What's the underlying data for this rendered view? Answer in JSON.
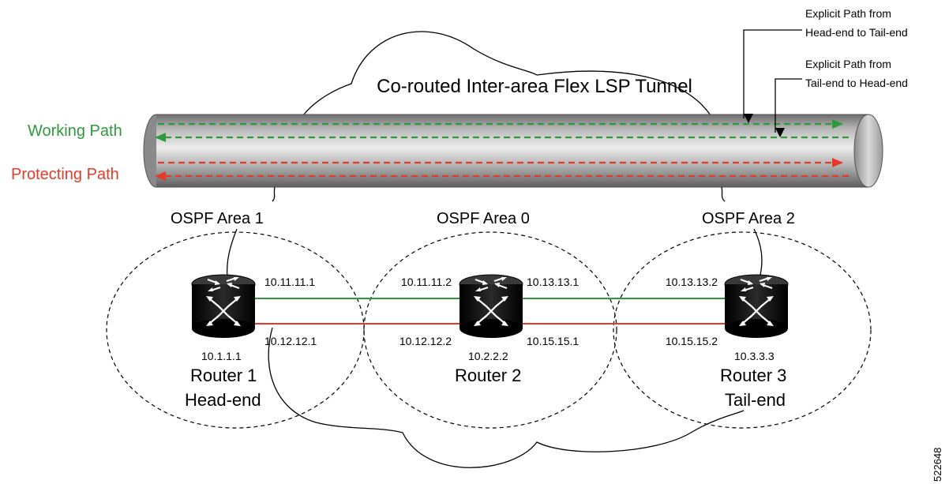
{
  "tunnel_title": "Co-routed Inter-area Flex LSP Tunnel",
  "paths": {
    "working": {
      "label": "Working Path",
      "color": "#2e9a3c"
    },
    "protecting": {
      "label": "Protecting Path",
      "color": "#e53a2a"
    }
  },
  "callouts": {
    "head_to_tail": {
      "line1": "Explicit Path from",
      "line2": "Head-end to Tail-end"
    },
    "tail_to_head": {
      "line1": "Explicit Path from",
      "line2": "Tail-end to Head-end"
    }
  },
  "areas": [
    {
      "label": "OSPF Area 1"
    },
    {
      "label": "OSPF Area 0"
    },
    {
      "label": "OSPF Area 2"
    }
  ],
  "routers": [
    {
      "ip": "10.1.1.1",
      "name": "Router 1",
      "role": "Head-end"
    },
    {
      "ip": "10.2.2.2",
      "name": "Router 2",
      "role": ""
    },
    {
      "ip": "10.3.3.3",
      "name": "Router 3",
      "role": "Tail-end"
    }
  ],
  "interfaces": {
    "r1_top": "10.11.11.1",
    "r1_bottom": "10.12.12.1",
    "r2_left_top": "10.11.11.2",
    "r2_left_bottom": "10.12.12.2",
    "r2_right_top": "10.13.13.1",
    "r2_right_bottom": "10.15.15.1",
    "r3_top": "10.13.13.2",
    "r3_bottom": "10.15.15.2"
  },
  "links": {
    "green_color": "#2e9a3c",
    "red_color": "#e53a2a"
  },
  "figure_id": "522648"
}
